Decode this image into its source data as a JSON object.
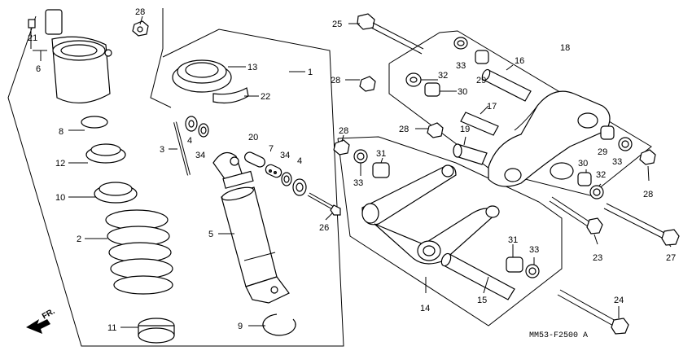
{
  "diagram": {
    "code": "MM53-F2500 A",
    "direction_label": "FR.",
    "labels": [
      {
        "id": "l21",
        "text": "21"
      },
      {
        "id": "l6",
        "text": "6"
      },
      {
        "id": "l28a",
        "text": "28"
      },
      {
        "id": "l13",
        "text": "13"
      },
      {
        "id": "l1",
        "text": "1"
      },
      {
        "id": "l22",
        "text": "22"
      },
      {
        "id": "l8",
        "text": "8"
      },
      {
        "id": "l4a",
        "text": "4"
      },
      {
        "id": "l34a",
        "text": "34"
      },
      {
        "id": "l3",
        "text": "3"
      },
      {
        "id": "l20",
        "text": "20"
      },
      {
        "id": "l7",
        "text": "7"
      },
      {
        "id": "l34b",
        "text": "34"
      },
      {
        "id": "l4b",
        "text": "4"
      },
      {
        "id": "l12",
        "text": "12"
      },
      {
        "id": "l10",
        "text": "10"
      },
      {
        "id": "l2",
        "text": "2"
      },
      {
        "id": "l5",
        "text": "5"
      },
      {
        "id": "l26",
        "text": "26"
      },
      {
        "id": "l9",
        "text": "9"
      },
      {
        "id": "l11",
        "text": "11"
      },
      {
        "id": "l25",
        "text": "25"
      },
      {
        "id": "l33a",
        "text": "33"
      },
      {
        "id": "l29a",
        "text": "29"
      },
      {
        "id": "l16",
        "text": "16"
      },
      {
        "id": "l18",
        "text": "18"
      },
      {
        "id": "l28b",
        "text": "28"
      },
      {
        "id": "l32a",
        "text": "32"
      },
      {
        "id": "l30a",
        "text": "30"
      },
      {
        "id": "l17",
        "text": "17"
      },
      {
        "id": "l28c",
        "text": "28"
      },
      {
        "id": "l19",
        "text": "19"
      },
      {
        "id": "l28d",
        "text": "28"
      },
      {
        "id": "l31a",
        "text": "31"
      },
      {
        "id": "l33b",
        "text": "33"
      },
      {
        "id": "l29b",
        "text": "29"
      },
      {
        "id": "l33c",
        "text": "33"
      },
      {
        "id": "l30b",
        "text": "30"
      },
      {
        "id": "l32b",
        "text": "32"
      },
      {
        "id": "l28e",
        "text": "28"
      },
      {
        "id": "l23",
        "text": "23"
      },
      {
        "id": "l27",
        "text": "27"
      },
      {
        "id": "l31b",
        "text": "31"
      },
      {
        "id": "l33d",
        "text": "33"
      },
      {
        "id": "l14",
        "text": "14"
      },
      {
        "id": "l15",
        "text": "15"
      },
      {
        "id": "l24",
        "text": "24"
      }
    ]
  }
}
